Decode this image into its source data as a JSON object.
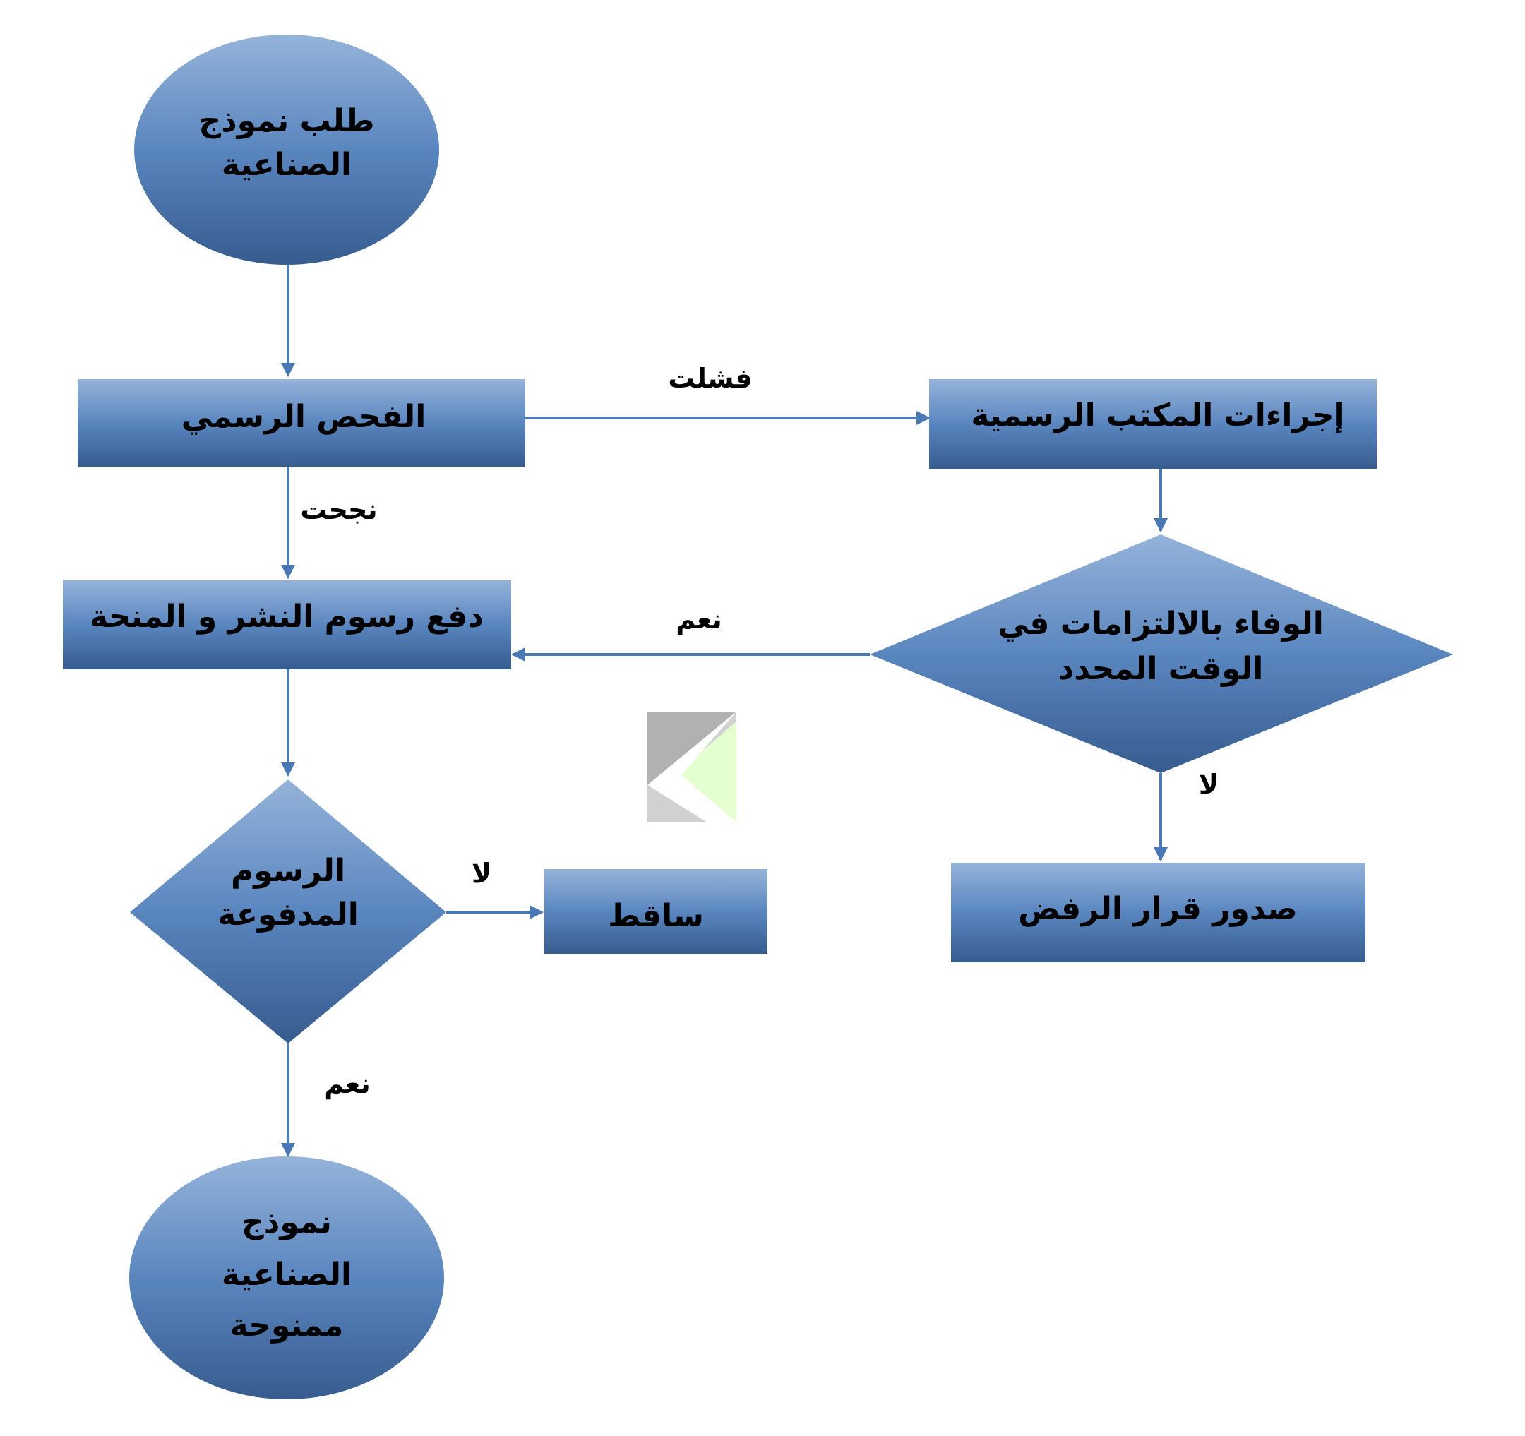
{
  "colors": {
    "shape_top": "#95b3d9",
    "shape_mid": "#5a86bf",
    "shape_bottom": "#375c8f",
    "connector": "#4a78b4",
    "text": "#000000"
  },
  "nodes": {
    "start": {
      "lines": [
        "طلب نموذج",
        "الصناعية"
      ]
    },
    "formal_exam": {
      "lines": [
        "الفحص الرسمي"
      ]
    },
    "office_procedures": {
      "lines": [
        "إجراءات المكتب الرسمية"
      ]
    },
    "pay_fees": {
      "lines": [
        "دفع رسوم النشر و المنحة"
      ]
    },
    "obligations_decision": {
      "lines": [
        "الوفاء بالالتزامات في",
        "الوقت المحدد"
      ]
    },
    "rejection": {
      "lines": [
        "صدور قرار الرفض"
      ]
    },
    "fees_paid_decision": {
      "lines": [
        "الرسوم",
        "المدفوعة"
      ]
    },
    "lapsed": {
      "lines": [
        "ساقط"
      ]
    },
    "end": {
      "lines": [
        "نموذج",
        "الصناعية",
        "ممنوحة"
      ]
    }
  },
  "edge_labels": {
    "failed": "فشلت",
    "succeeded": "نجحت",
    "yes_obligations": "نعم",
    "no_obligations": "لا",
    "no_fees": "لا",
    "yes_fees": "نعم"
  },
  "watermark": {
    "icon": "chevron-logo-icon"
  }
}
